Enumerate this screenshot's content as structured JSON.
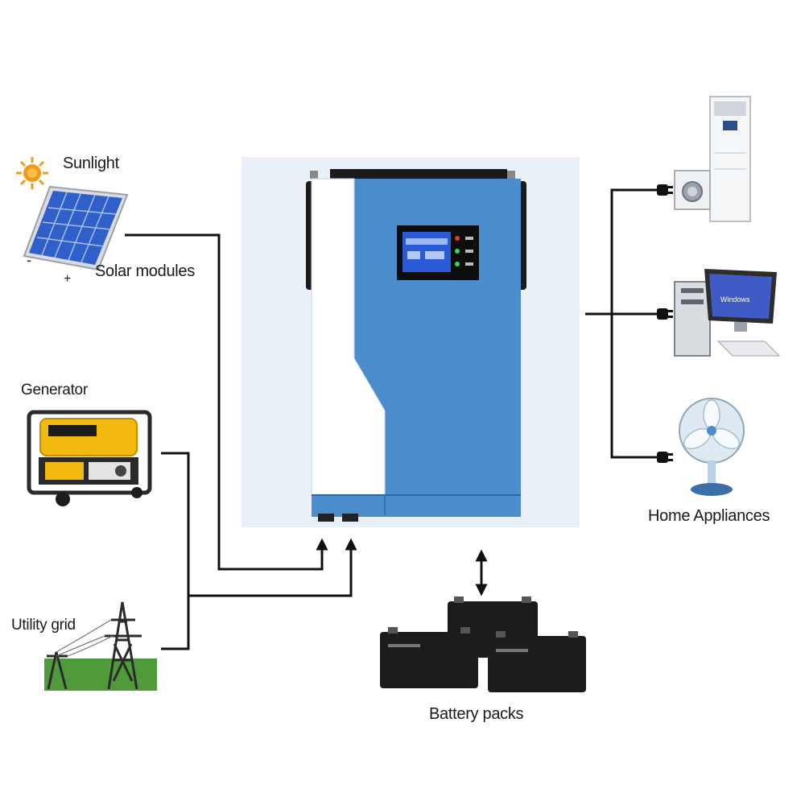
{
  "labels": {
    "sunlight": "Sunlight",
    "solar_modules": "Solar modules",
    "generator": "Generator",
    "utility_grid": "Utility grid",
    "home_appliances": "Home Appliances",
    "battery_packs": "Battery packs"
  },
  "solar_polarity": {
    "negative": "-",
    "positive": "+"
  },
  "colors": {
    "inverter_blue": "#4a8ccc",
    "inverter_white": "#ffffff",
    "panel_bg": "#e9f0f8",
    "lcd_screen": "#2a5bd6",
    "generator_yellow": "#f2b90f",
    "solar_cell": "#2f5fc8",
    "sun": "#f39a17",
    "wire": "#111111",
    "battery_black": "#1c1c1c",
    "grass": "#4f9a3a"
  }
}
